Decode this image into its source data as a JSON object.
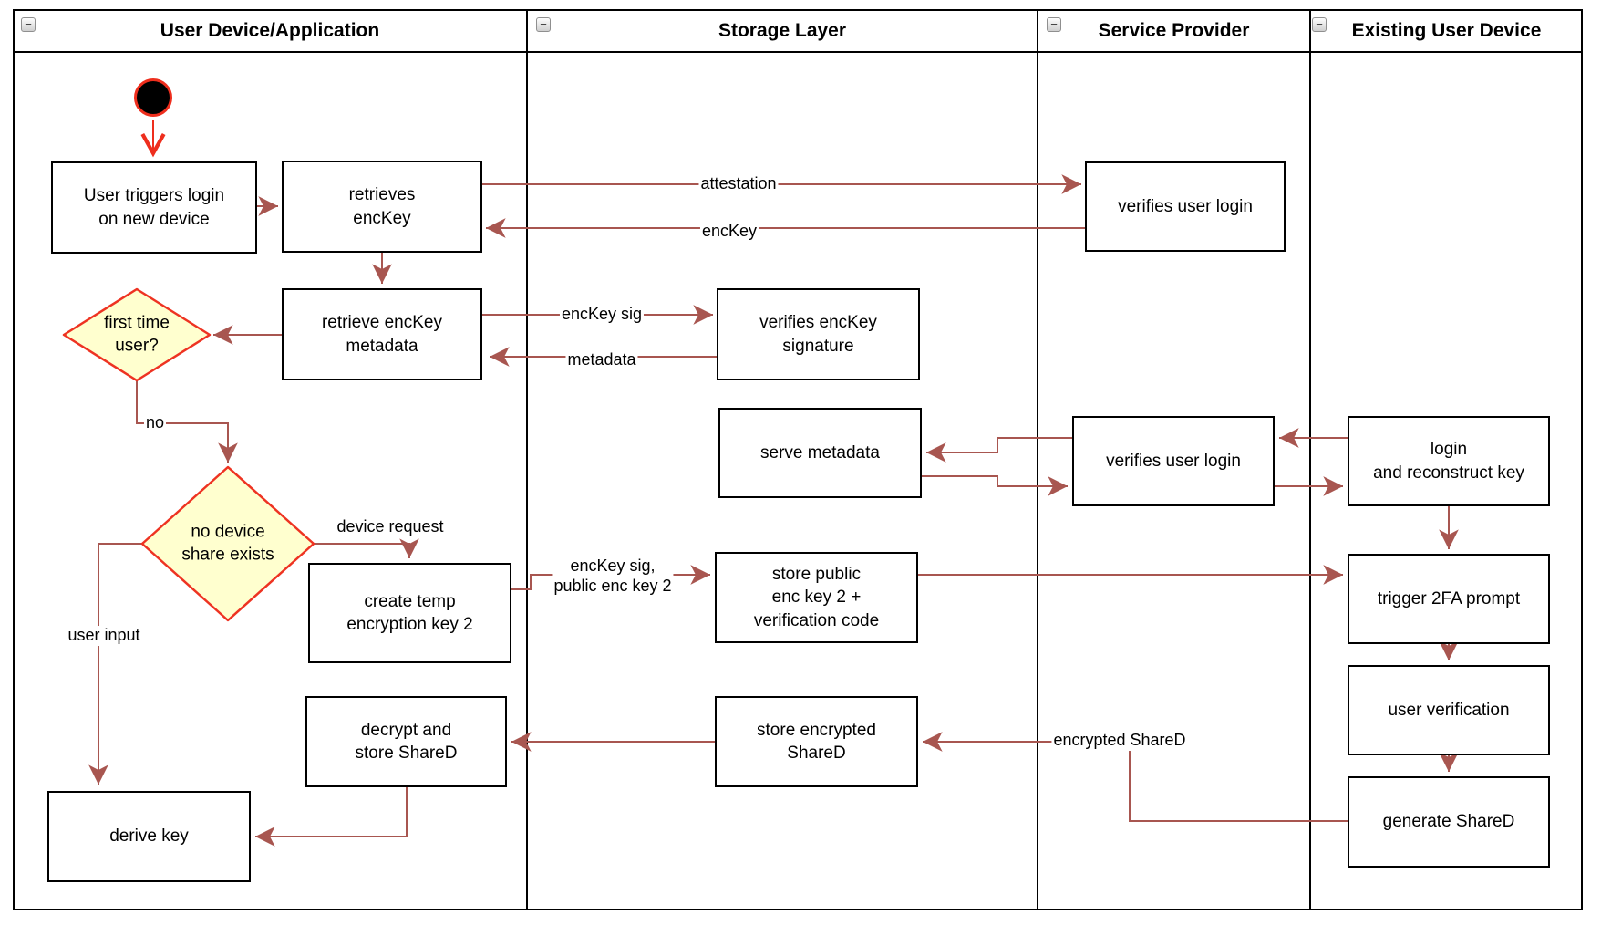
{
  "diagram": {
    "collapse_glyph": "−",
    "lanes": [
      {
        "title": "User Device/Application"
      },
      {
        "title": "Storage Layer"
      },
      {
        "title": "Service Provider"
      },
      {
        "title": "Existing User Device"
      }
    ]
  },
  "nodes": {
    "user_triggers_login": "User triggers login\non new device",
    "retrieves_enckey": "retrieves\nencKey",
    "verifies_user_login_1": "verifies user login",
    "retrieve_enckey_metadata": "retrieve encKey\nmetadata",
    "verifies_enckey_signature": "verifies encKey\nsignature",
    "serve_metadata": "serve metadata",
    "verifies_user_login_2": "verifies user login",
    "login_and_reconstruct_key": "login\nand reconstruct key",
    "create_temp_encryption_key_2": "create temp\nencryption key 2",
    "store_public_enc_key_2": "store public\nenc key 2 +\nverification code",
    "trigger_2fa_prompt": "trigger 2FA prompt",
    "user_verification": "user verification",
    "generate_shared": "generate ShareD",
    "store_encrypted_shared": "store encrypted\nShareD",
    "decrypt_and_store_shared": "decrypt and\nstore ShareD",
    "derive_key": "derive key"
  },
  "decisions": {
    "first_time_user": "first time\nuser?",
    "no_device_share_exists": "no device\nshare exists"
  },
  "edge_labels": {
    "attestation": "attestation",
    "enckey": "encKey",
    "enckey_sig": "encKey sig",
    "metadata": "metadata",
    "no": "no",
    "device_request": "device request",
    "enckey_sig_public_key": "encKey sig,\npublic enc key 2",
    "user_input": "user input",
    "encrypted_shared": "encrypted ShareD"
  },
  "colors": {
    "flow_arrow": "#a85650",
    "start_accent": "#ee2e1d",
    "decision_fill": "#ffffcf",
    "decision_border": "#ee3322",
    "node_border": "#000000",
    "node_fill": "#ffffff"
  }
}
